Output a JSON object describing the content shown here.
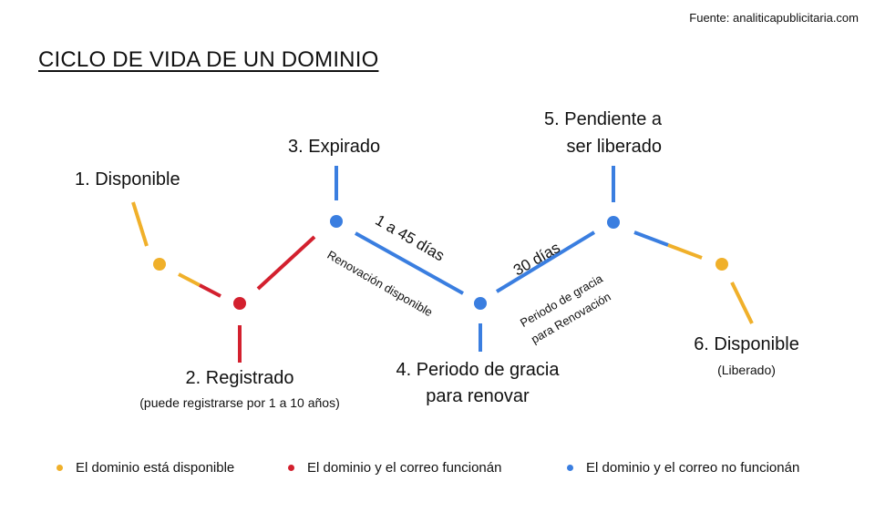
{
  "colors": {
    "available": "#f0b02a",
    "working": "#d3202e",
    "not_working": "#3a7ee0"
  },
  "source": "Fuente: analiticapublicitaria.com",
  "title": "CICLO DE VIDA DE UN DOMINIO",
  "stages": [
    {
      "label": "1. Disponible"
    },
    {
      "label": "2. Registrado",
      "note": "(puede registrarse por 1 a 10 años)"
    },
    {
      "label": "3. Expirado"
    },
    {
      "label_line1": "4. Periodo de gracia",
      "label_line2": "para renovar"
    },
    {
      "label_line1": "5. Pendiente a",
      "label_line2": "ser liberado"
    },
    {
      "label": "6. Disponible",
      "note": "(Liberado)"
    }
  ],
  "segments": {
    "expired_to_grace": {
      "duration": "1 a 45 días",
      "note": "Renovación disponible"
    },
    "grace_to_pending": {
      "duration": "30 días",
      "note_line1": "Periodo de gracia",
      "note_line2": "para Renovación"
    }
  },
  "legend": [
    {
      "label": "El dominio está disponible",
      "color": "#f0b02a"
    },
    {
      "label": "El dominio y el correo funcionán",
      "color": "#d3202e"
    },
    {
      "label": "El dominio y el correo no funcionán",
      "color": "#3a7ee0"
    }
  ]
}
